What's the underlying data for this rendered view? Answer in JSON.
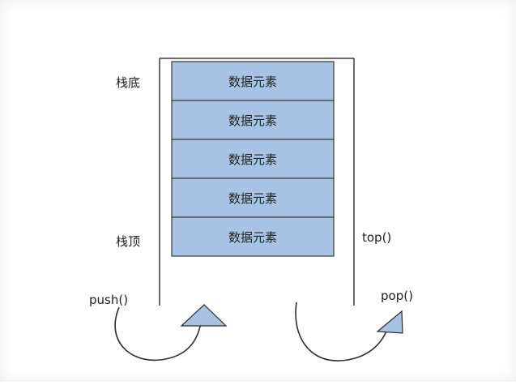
{
  "diagram": {
    "labels": {
      "bottom": "栈底",
      "top": "栈顶",
      "top_fn": "top()",
      "push_fn": "push()",
      "pop_fn": "pop()"
    },
    "elements": [
      "数据元素",
      "数据元素",
      "数据元素",
      "数据元素",
      "数据元素"
    ],
    "colors": {
      "cell_fill": "#a7c3e3",
      "cell_stroke": "#3a3a3a",
      "arrow_fill": "#a7c3e3",
      "text": "#222222"
    }
  }
}
